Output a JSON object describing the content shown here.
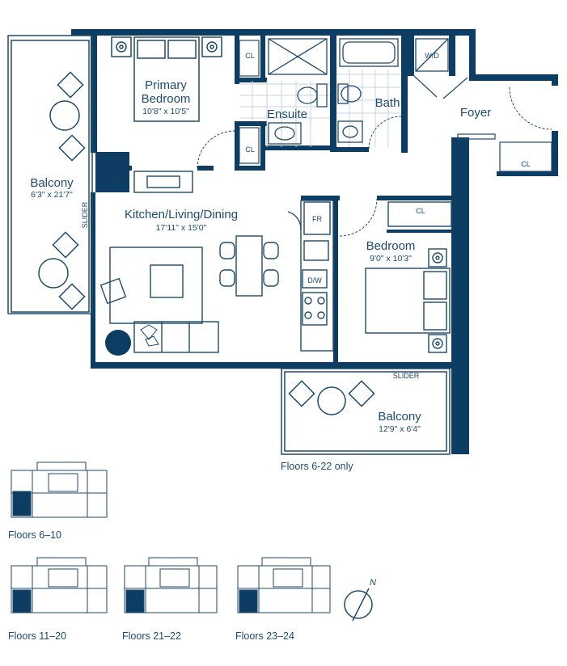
{
  "rooms": {
    "primary_bedroom": {
      "name_line1": "Primary",
      "name_line2": "Bedroom",
      "dims": "10'8\" x 10'5\""
    },
    "ensuite": {
      "name": "Ensuite"
    },
    "bath": {
      "name": "Bath"
    },
    "foyer": {
      "name": "Foyer"
    },
    "kitchen_living_dining": {
      "name": "Kitchen/Living/Dining",
      "dims": "17'11\" x 15'0\""
    },
    "bedroom": {
      "name": "Bedroom",
      "dims": "9'0\" x 10'3\""
    },
    "balcony_west": {
      "name": "Balcony",
      "dims": "6'3\" x 21'7\""
    },
    "balcony_south": {
      "name": "Balcony",
      "dims": "12'9\" x 6'4\""
    }
  },
  "fixture_labels": {
    "closet": "CL",
    "washer_dryer": "W/D",
    "fridge": "FR",
    "dishwasher": "D/W",
    "slider": "SLIDER"
  },
  "notes": {
    "floors_note": "Floors 6-22 only"
  },
  "keyplans": [
    {
      "label": "Floors 6–10"
    },
    {
      "label": "Floors 11–20"
    },
    {
      "label": "Floors 21–22"
    },
    {
      "label": "Floors 23–24"
    }
  ],
  "compass": {
    "letter": "N"
  },
  "colors": {
    "wall": "#0e3d63",
    "line": "#1d4a6e",
    "fill": "#ffffff"
  }
}
